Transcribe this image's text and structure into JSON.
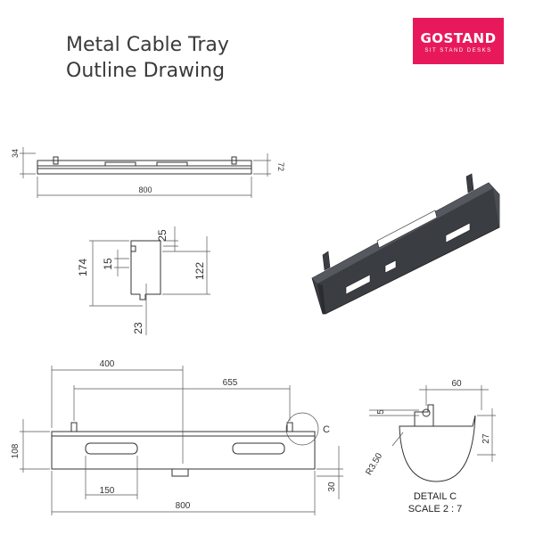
{
  "title": {
    "line1": "Metal Cable Tray",
    "line2": "Outline Drawing"
  },
  "logo": {
    "brand": "GOSTAND",
    "tagline": "SIT STAND DESKS",
    "color": "#e8195a"
  },
  "top_view": {
    "height_left": "34",
    "height_right": "72",
    "length": "800"
  },
  "side_view": {
    "top_slot": "25",
    "total_height": "174",
    "hole": "15",
    "inner_height": "122",
    "bottom_slot": "23"
  },
  "front_view": {
    "dim_400": "400",
    "dim_655": "655",
    "height": "108",
    "slot": "150",
    "length": "800",
    "foot": "30",
    "detail_marker": "C"
  },
  "detail": {
    "width": "60",
    "hole": "5",
    "depth": "27",
    "radius": "R3.50",
    "label": "DETAIL C",
    "scale": "SCALE 2 : 7"
  }
}
